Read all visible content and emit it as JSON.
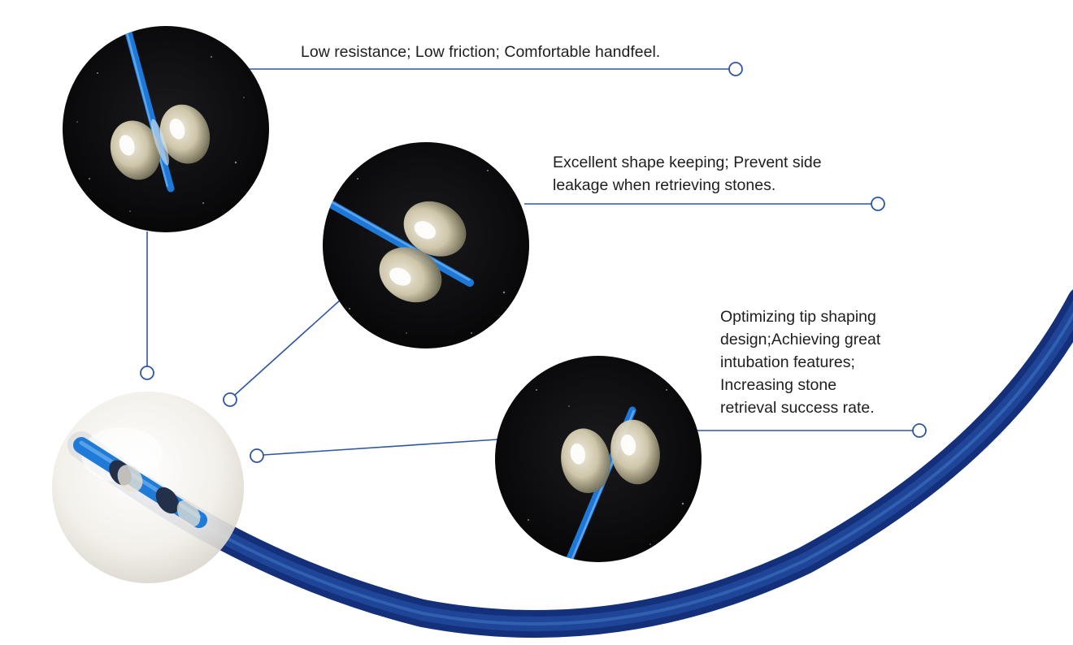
{
  "callouts": [
    {
      "id": "low-resistance",
      "lines": [
        "Low resistance; Low friction; Comfortable handfeel."
      ]
    },
    {
      "id": "shape-keeping",
      "lines": [
        "Excellent shape keeping; Prevent side",
        "leakage when retrieving stones."
      ]
    },
    {
      "id": "tip-shaping",
      "lines": [
        "Optimizing tip shaping",
        "design;Achieving great",
        "intubation features;",
        "Increasing stone",
        "retrieval success rate."
      ]
    }
  ],
  "colors": {
    "connector": "#2f56a0",
    "tube_dark": "#1a3a8c",
    "tube_light": "#2d7fd6",
    "lens_background": "#0b0b0d",
    "balloon": "#f4efe6"
  }
}
